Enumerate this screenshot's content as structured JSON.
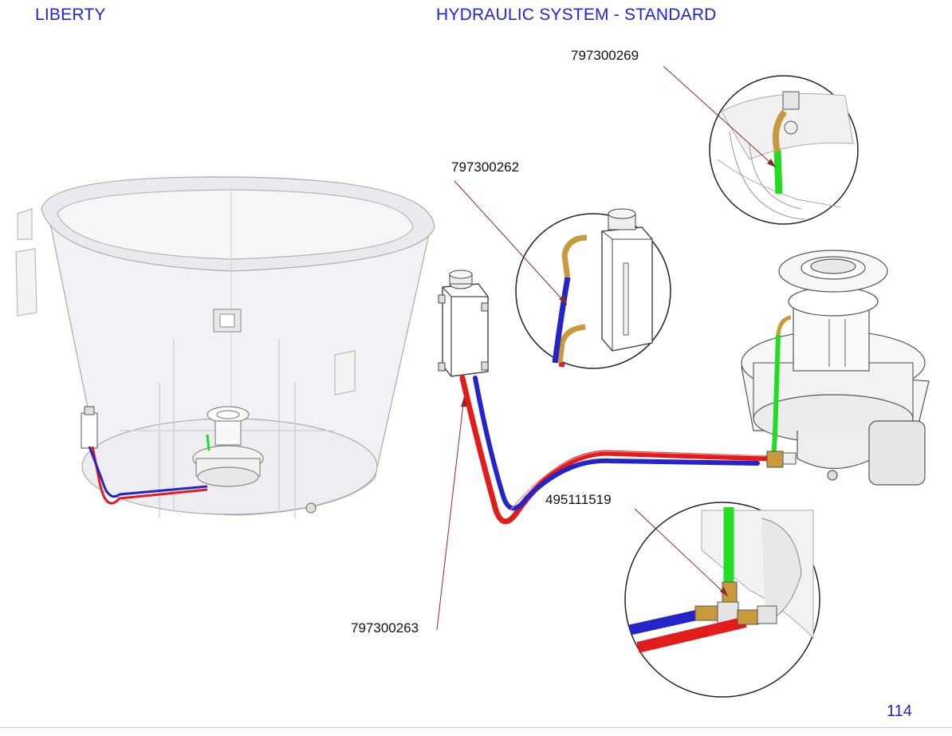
{
  "header": {
    "brand": "LIBERTY",
    "title": "HYDRAULIC SYSTEM - STANDARD"
  },
  "page_number": "114",
  "part_numbers": {
    "detail_top_right": "797300269",
    "detail_reservoir": "797300262",
    "detail_fitting": "495111519",
    "hose": "797300263"
  },
  "colors": {
    "text_blue": "#2323d6",
    "hose_red": "#e21b1b",
    "hose_blue": "#2424c8",
    "hose_green": "#22dd22",
    "brass": "#c89a3c",
    "leader": "#8b2a2a"
  }
}
